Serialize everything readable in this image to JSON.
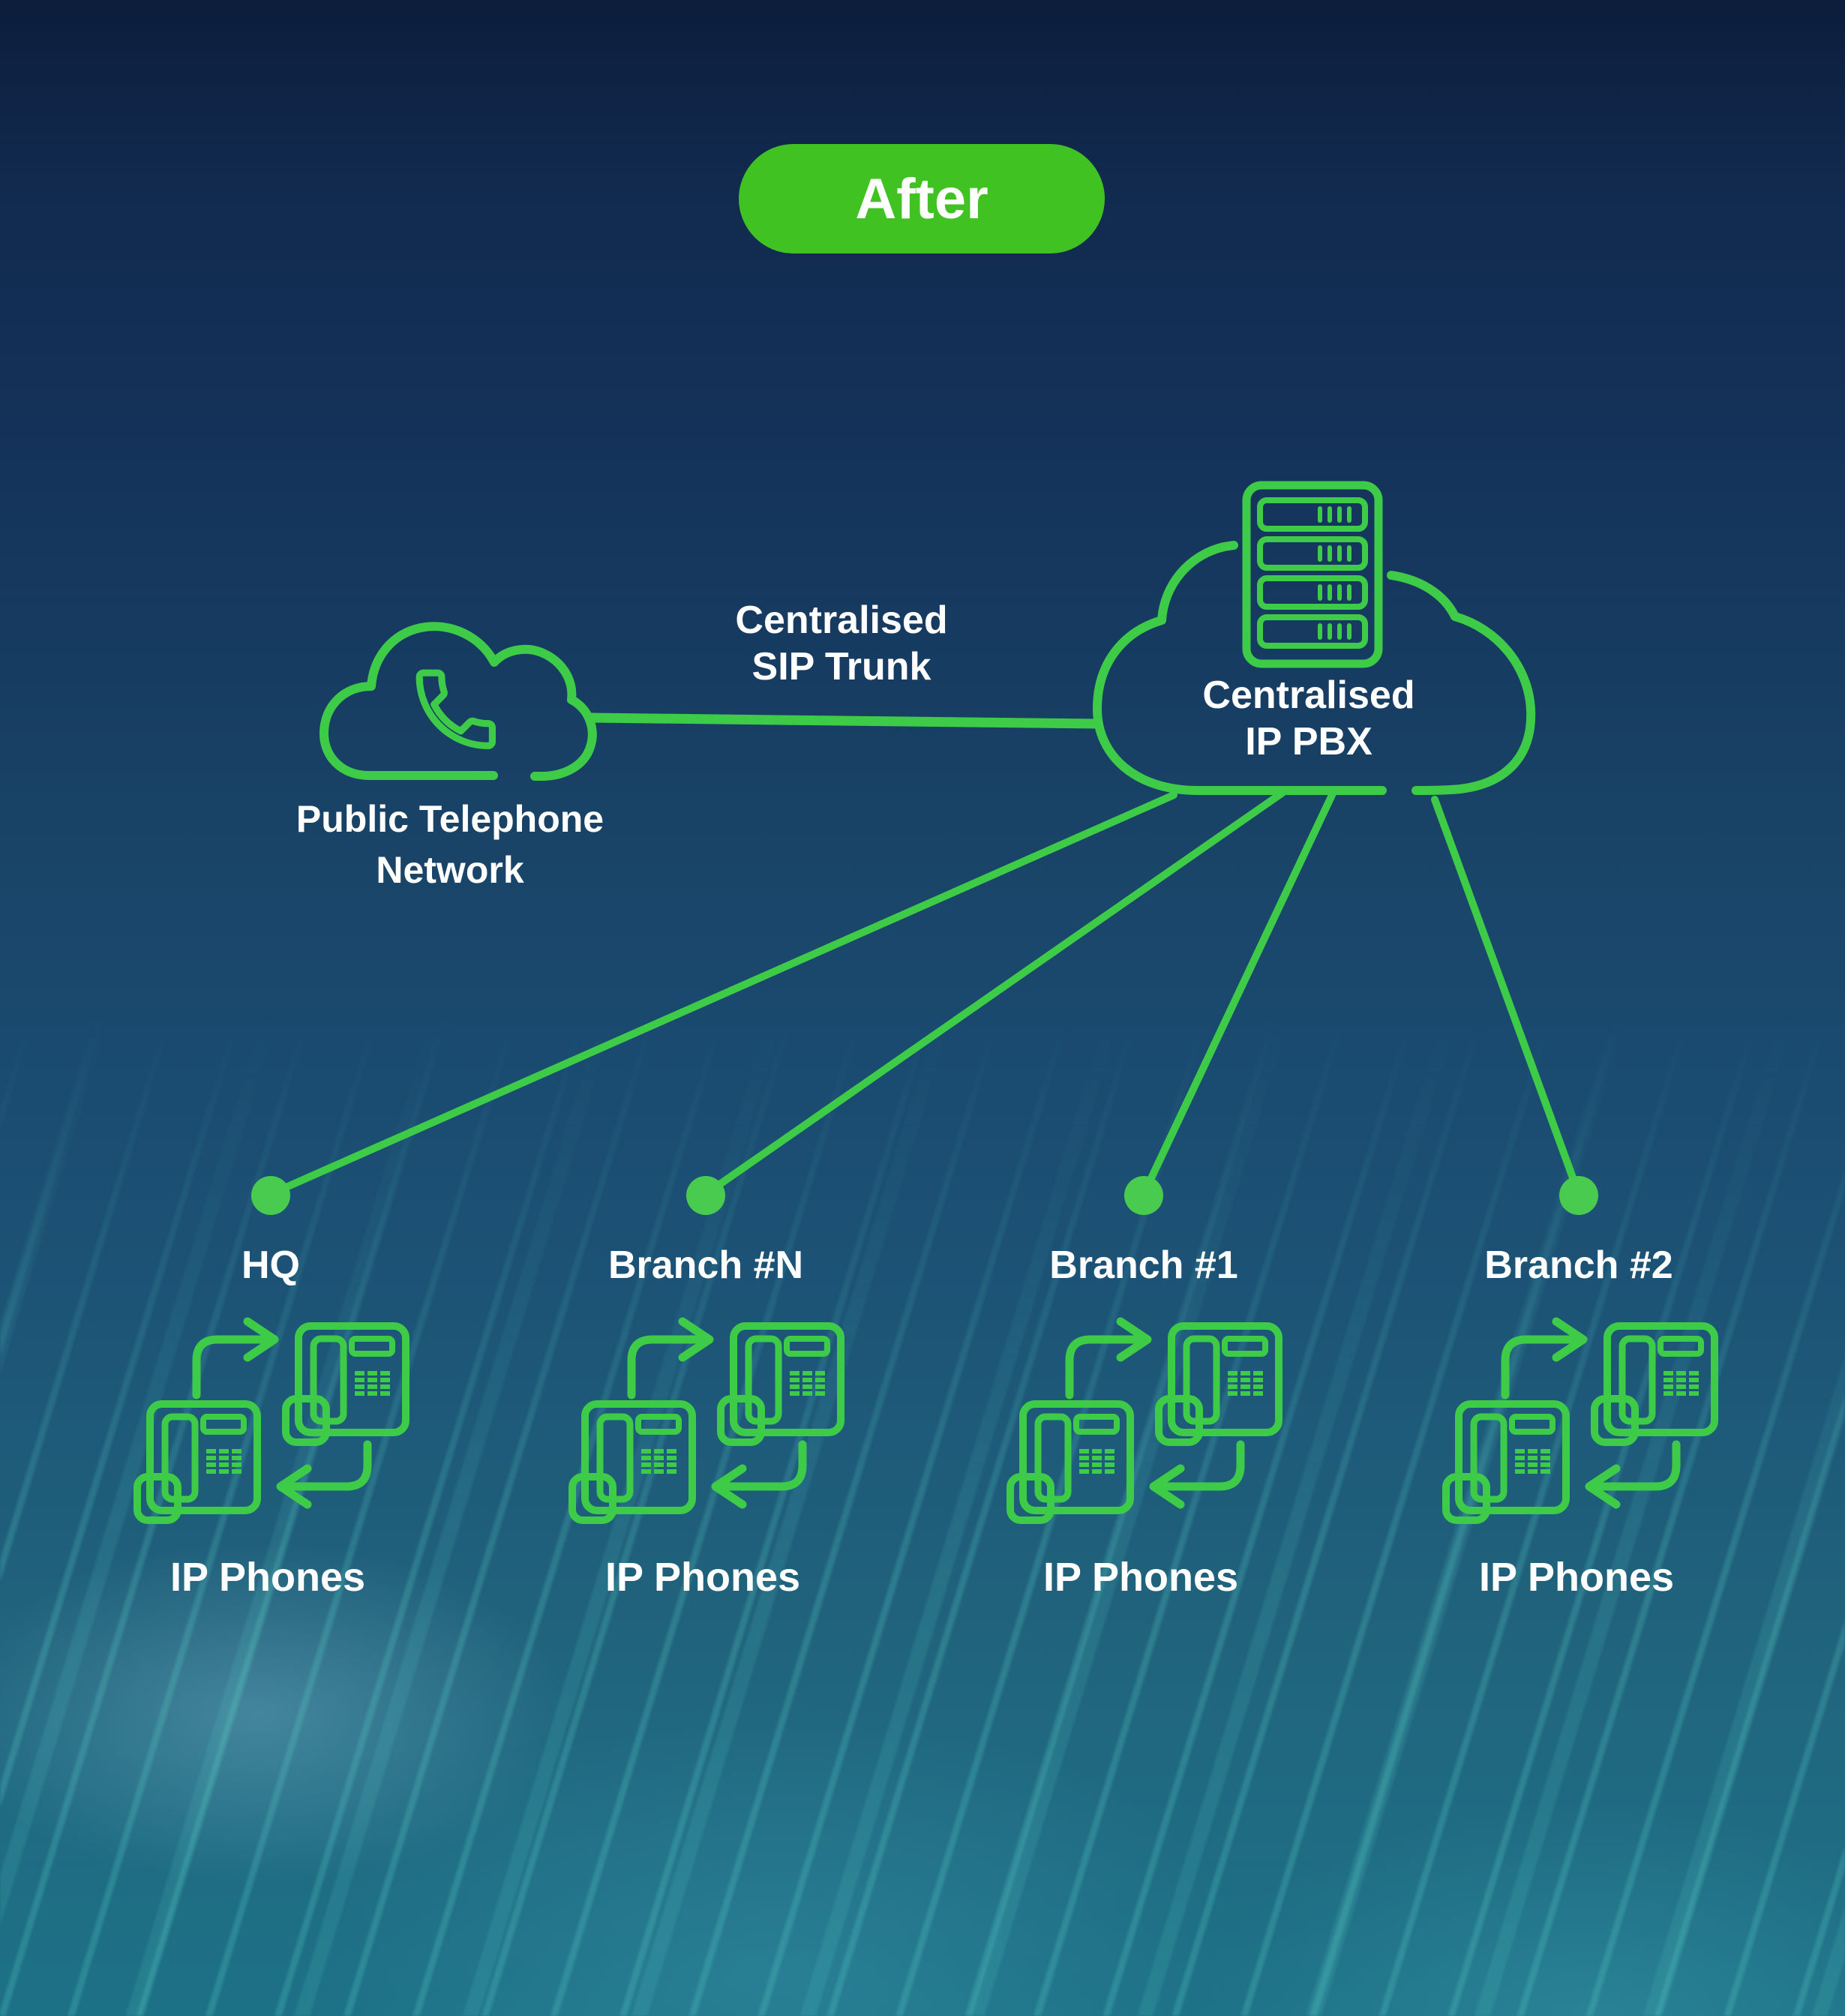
{
  "badge": {
    "label": "After"
  },
  "colors": {
    "green_line": "#3ecb47",
    "green_badge": "#40c322",
    "green_dot": "#49cb50",
    "text_white": "#ffffff",
    "bg_top": "#0c1d3c",
    "bg_mid": "#1a4a70",
    "bg_bottom": "#1d7186"
  },
  "diagram": {
    "ptn": {
      "label_line1": "Public Telephone",
      "label_line2": "Network"
    },
    "trunk": {
      "label_line1": "Centralised",
      "label_line2": "SIP Trunk"
    },
    "pbx": {
      "label_line1": "Centralised",
      "label_line2": "IP PBX"
    },
    "sites": [
      {
        "label": "HQ",
        "devices_label": "IP Phones"
      },
      {
        "label": "Branch #N",
        "devices_label": "IP Phones"
      },
      {
        "label": "Branch #1",
        "devices_label": "IP Phones"
      },
      {
        "label": "Branch #2",
        "devices_label": "IP Phones"
      }
    ]
  }
}
